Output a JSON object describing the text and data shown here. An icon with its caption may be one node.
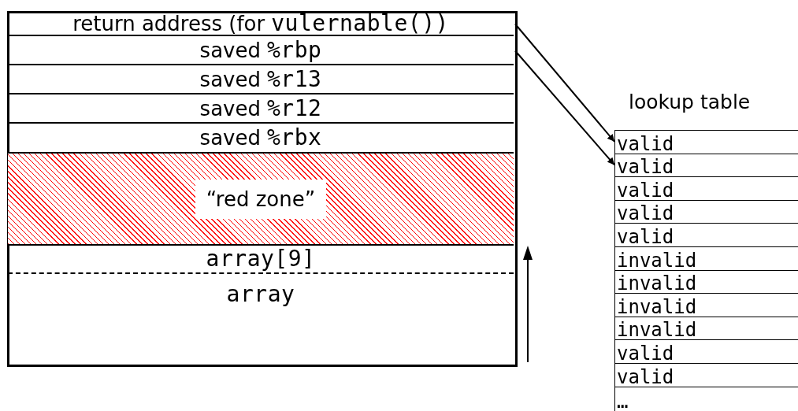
{
  "diagram": {
    "nodes": [
      {
        "text": [
          "return address (for",
          "vulernable())"
        ]
      },
      {
        "text": [
          "saved",
          "%rbp"
        ]
      },
      {
        "text": [
          "saved",
          "%r13"
        ]
      },
      {
        "text": [
          "saved",
          "%r12"
        ]
      },
      {
        "text": [
          "saved",
          "%rbx"
        ]
      },
      {
        "text": [
          "“red zone”"
        ]
      },
      {
        "text": [
          "array[9]"
        ]
      },
      {
        "text": [
          "array"
        ]
      },
      {
        "text": [
          "lookup table"
        ]
      },
      {
        "text": [
          "valid"
        ],
        "in": 8
      },
      {
        "text": [
          "valid"
        ],
        "in": 8
      },
      {
        "text": [
          "valid"
        ],
        "in": 8
      },
      {
        "text": [
          "valid"
        ],
        "in": 8
      },
      {
        "text": [
          "valid"
        ],
        "in": 8
      },
      {
        "text": [
          "invalid"
        ],
        "in": 8
      },
      {
        "text": [
          "invalid"
        ],
        "in": 8
      },
      {
        "text": [
          "invalid"
        ],
        "in": 8
      },
      {
        "text": [
          "invalid"
        ],
        "in": 8
      },
      {
        "text": [
          "valid"
        ],
        "in": 8
      },
      {
        "text": [
          "valid"
        ],
        "in": 8
      },
      {
        "text": [
          "…"
        ],
        "in": 8
      }
    ],
    "edges": [
      {
        "from": 0,
        "to": 9,
        "arrow": "to"
      },
      {
        "from": 1,
        "to": 10,
        "arrow": "to"
      }
    ]
  }
}
